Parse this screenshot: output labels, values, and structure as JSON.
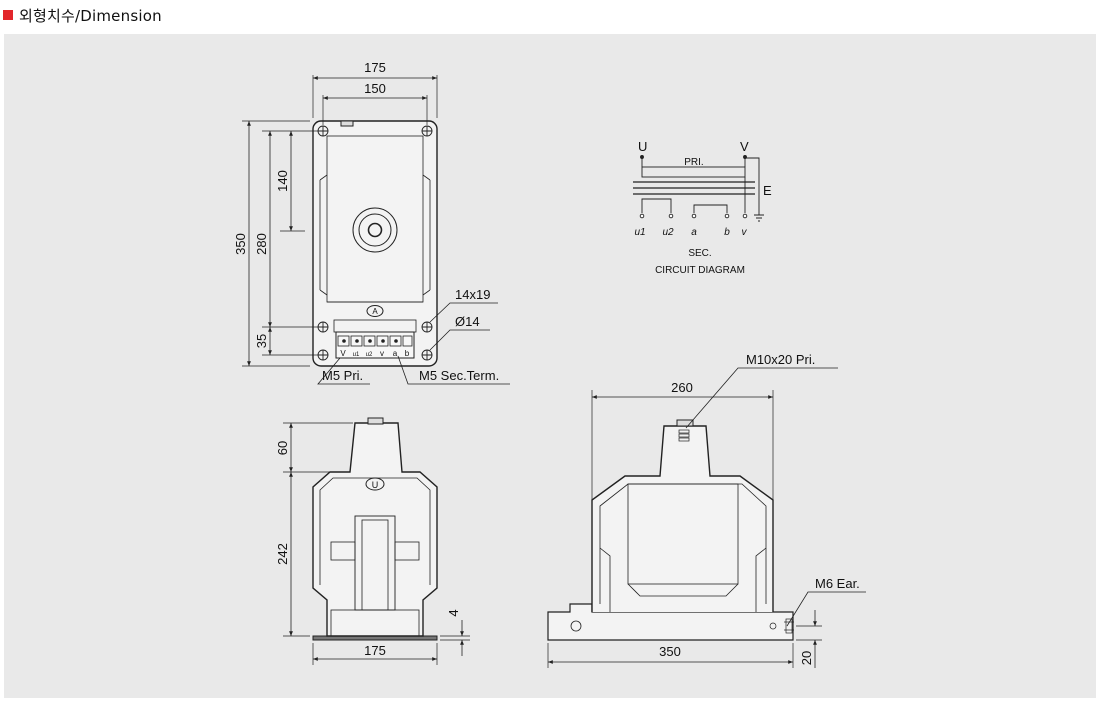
{
  "header": {
    "title": "외형치수/Dimension",
    "accent_color": "#e2262b"
  },
  "panel": {
    "background": "#e9e9e9"
  },
  "top_view": {
    "dim_width_outer": "175",
    "dim_width_inner": "150",
    "dim_height_total": "350",
    "dim_height_mount": "280",
    "dim_top_offset": "140",
    "dim_bottom_offset": "35",
    "label_slot": "14x19",
    "label_hole": "Ø14",
    "label_primary": "M5 Pri.",
    "label_secondary": "M5 Sec.Term.",
    "marker_a": "A",
    "terminal_letters": [
      "V",
      "u1",
      "u2",
      "v",
      "a",
      "b"
    ]
  },
  "circuit": {
    "label_u": "U",
    "label_v": "V",
    "label_pri": "PRI.",
    "label_e": "E",
    "sec_terminals": [
      "u1",
      "u2",
      "a",
      "b",
      "v"
    ],
    "label_sec": "SEC.",
    "caption": "CIRCUIT DIAGRAM"
  },
  "front_view": {
    "dim_top": "60",
    "dim_body": "242",
    "dim_base": "4",
    "dim_width": "175",
    "marker_u": "U"
  },
  "side_view": {
    "dim_width_top": "260",
    "dim_width_bottom": "350",
    "dim_base_height": "20",
    "label_terminal": "M10x20 Pri.",
    "label_ear": "M6 Ear."
  }
}
